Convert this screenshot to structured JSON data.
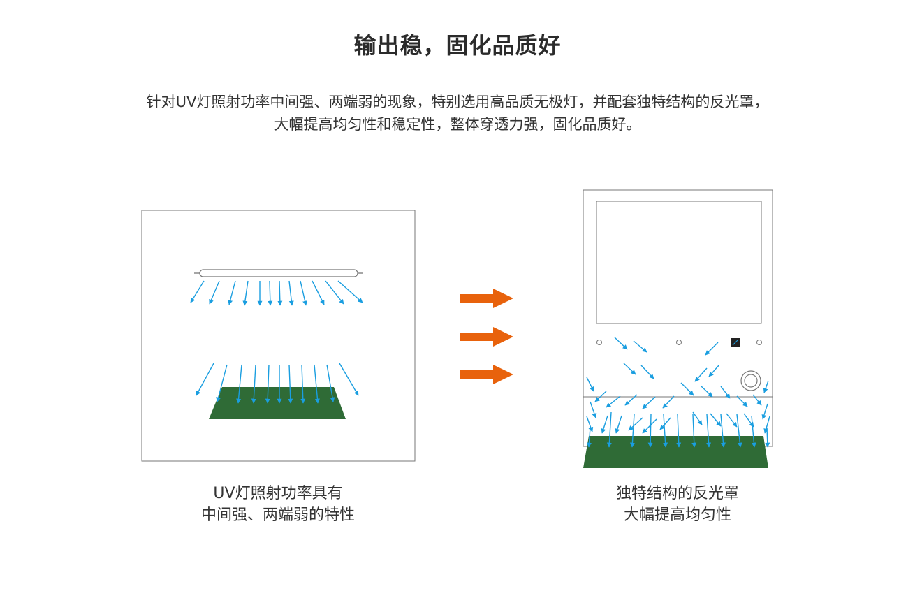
{
  "heading": "输出稳，固化品质好",
  "intro": {
    "line1": "针对UV灯照射功率中间强、两端弱的现象，特别选用高品质无极灯，并配套独特结构的反光罩，",
    "line2": "大幅提高均匀性和稳定性，整体穿透力强，固化品质好。"
  },
  "left_caption": {
    "line1": "UV灯照射功率具有",
    "line2": "中间强、两端弱的特性"
  },
  "right_caption": {
    "line1": "独特结构的反光罩",
    "line2": "大幅提高均匀性"
  },
  "colors": {
    "light_ray": "#1a9ee0",
    "board": "#2f6b36",
    "transition_arrow": "#e8620c",
    "frame": "#777777"
  },
  "icons": [
    "uv-lamp-tube-icon",
    "light-ray-arrow-icon",
    "circuit-board-icon",
    "transition-arrow-icon",
    "reflector-housing-icon"
  ]
}
